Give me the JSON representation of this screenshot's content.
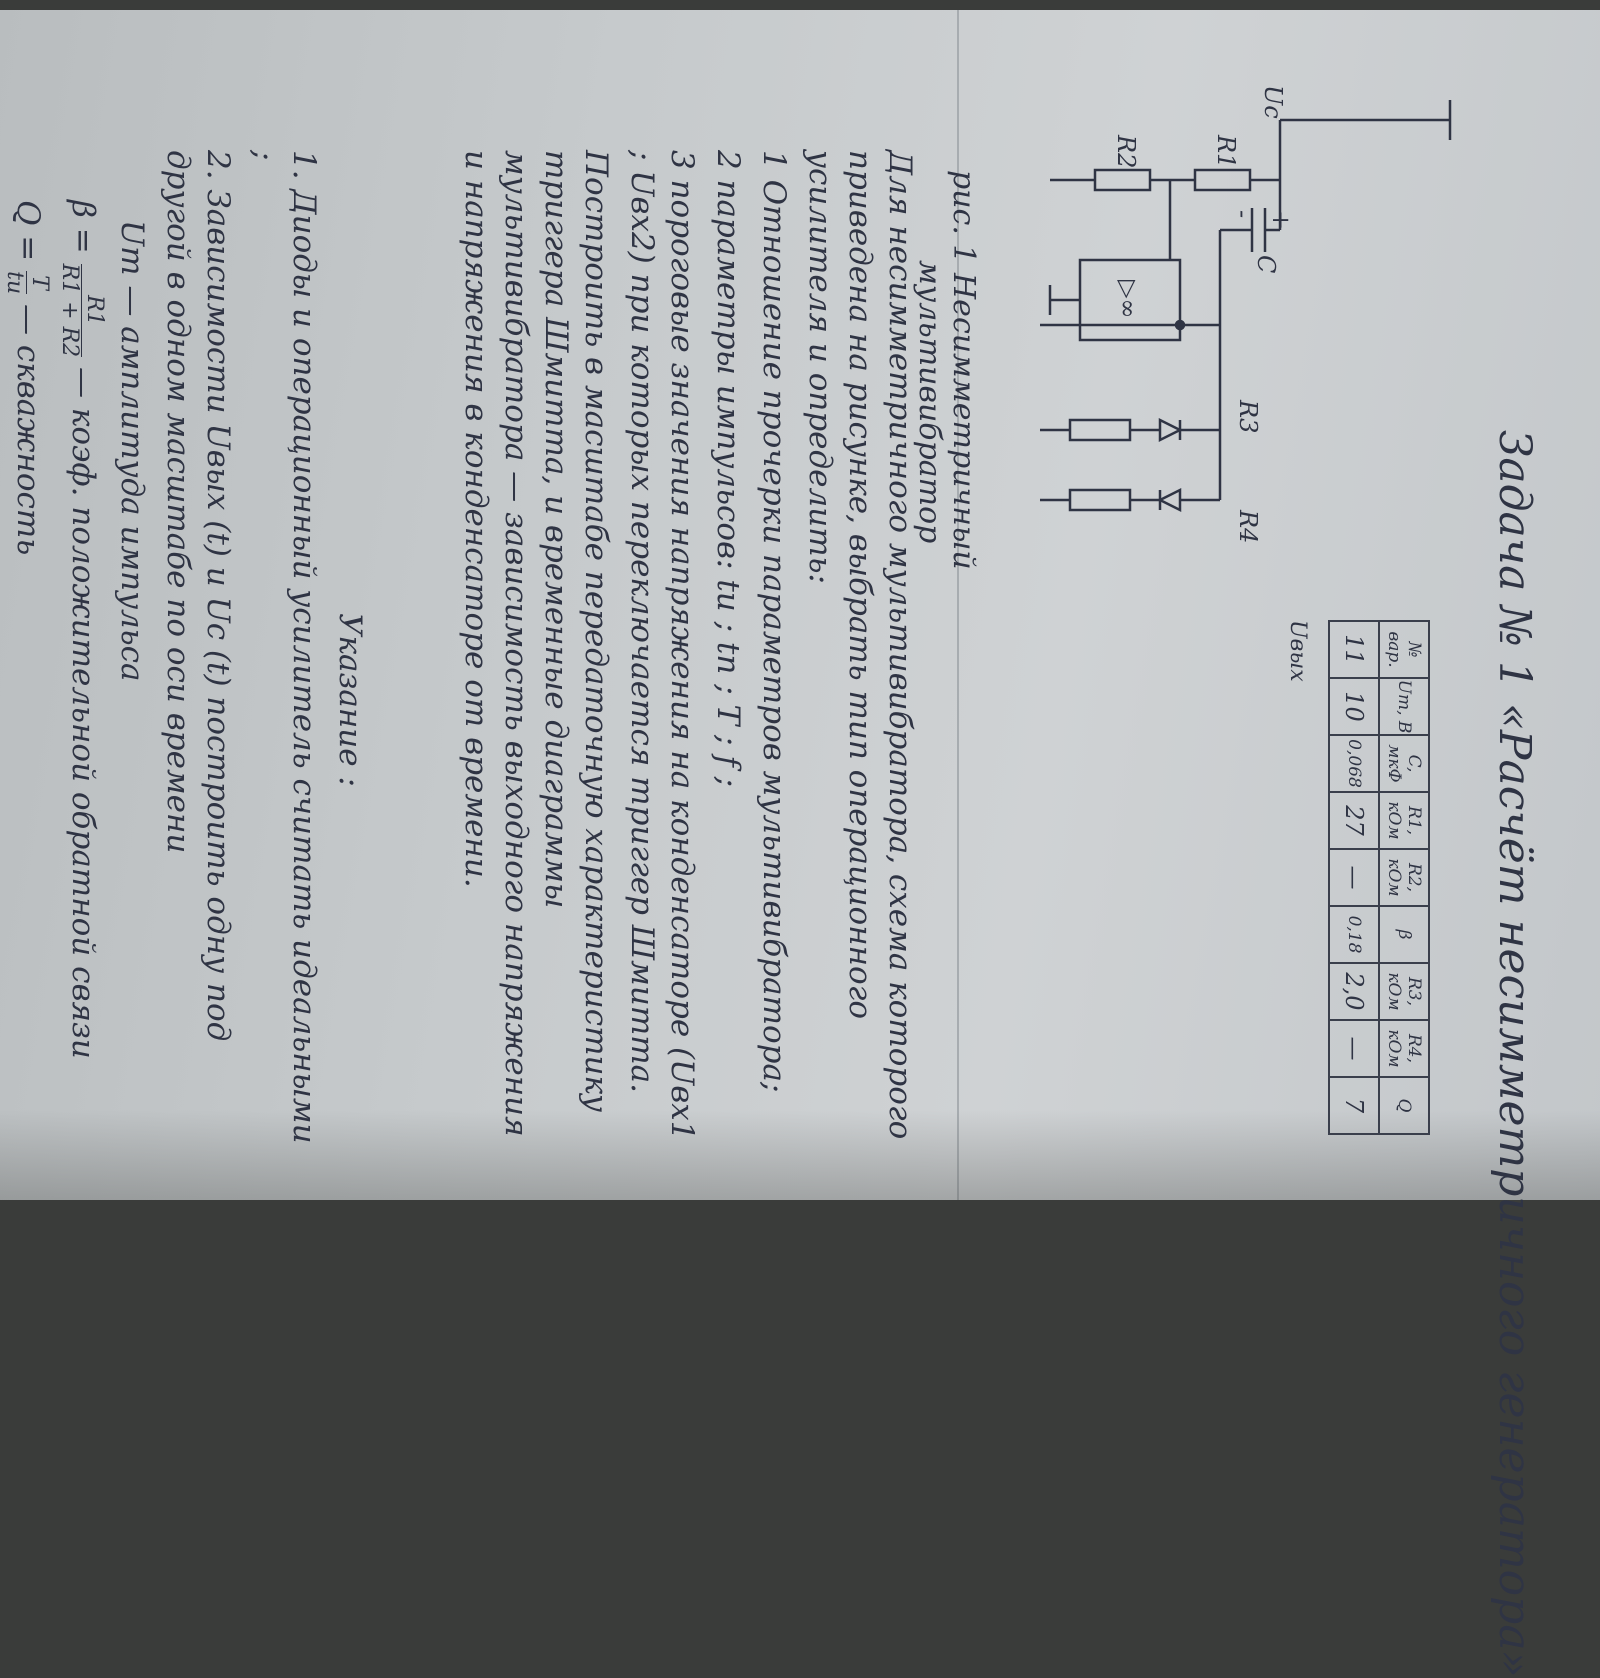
{
  "title": "Задача № 1  «Расчёт несимметричного генератора»",
  "circuit": {
    "labels": {
      "r4": "R4",
      "r3": "R3",
      "r1": "R1",
      "r2": "R2",
      "c": "C",
      "uc": "Uc",
      "plus": "+",
      "minus": "-",
      "opamp": "▷∞",
      "uout": "Uвых"
    }
  },
  "caption": {
    "line1": "рис. 1 Несимметричный",
    "line2": "мультивибратор"
  },
  "table": {
    "header": [
      "№ вар.",
      "Um, В",
      "C, мкФ",
      "R1, кОм",
      "R2, кОм",
      "β",
      "R3, кОм",
      "R4, кОм",
      "Q"
    ],
    "row": [
      "11",
      "10",
      "0,068",
      "27",
      "—",
      "0,18",
      "2,0",
      "—",
      "7"
    ]
  },
  "body": {
    "intro": "Для несимметричного мультивибратора, схема которого приведена на рисунке, выбрать тип операционного усилителя и определить:",
    "item1": "1 Отношение прочерки параметров мультивибратора;",
    "item2": "2 параметры импульсов: tи ; tп ; T ; f ;",
    "item3": "3 пороговые значения напряжения на конденсаторе (Uвх1 ; Uвх2) при которых переключается триггер Шмитта.",
    "para": "Построить в масштабе передаточную характеристику триггера Шмитта, и временные диаграммы мультивибратора — зависимость выходного напряжения и напряжения в конденсаторе от времени."
  },
  "notes": {
    "heading": "Указание :",
    "n1": "1. Диоды и операционный усилитель считать идеальными ;",
    "n2": "2. Зависимости Uвых (t) и Uc (t) построить одну под другой в одном масштабе по оси времени",
    "um": "Um — амплитуда импульса",
    "beta_lhs": "β =",
    "beta_num": "R1",
    "beta_den": "R1 + R2",
    "beta_text": "— коэф. положительной обратной связи",
    "q_lhs": "Q =",
    "q_num": "T",
    "q_den": "tи",
    "q_text": "— скважность"
  }
}
